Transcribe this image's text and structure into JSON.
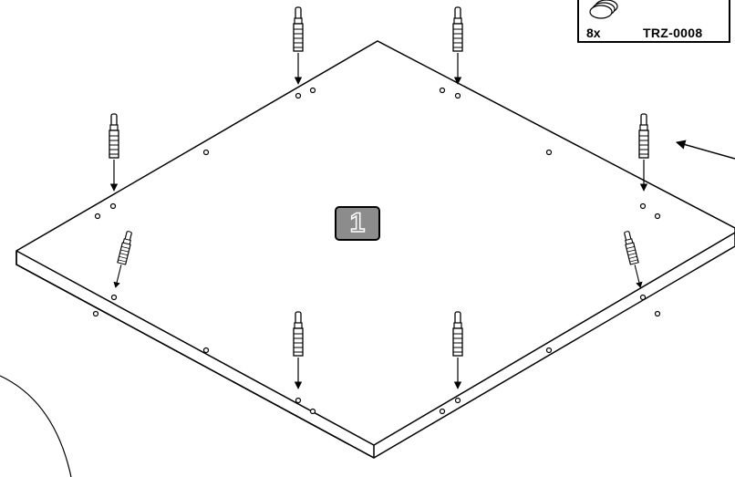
{
  "part": {
    "quantity": "8x",
    "code": "TRZ-0008",
    "icon": "dowel-pin-icon"
  },
  "step": {
    "number": "1"
  },
  "colors": {
    "line": "#000000",
    "badge": "#8c8c8c",
    "background": "#ffffff"
  }
}
